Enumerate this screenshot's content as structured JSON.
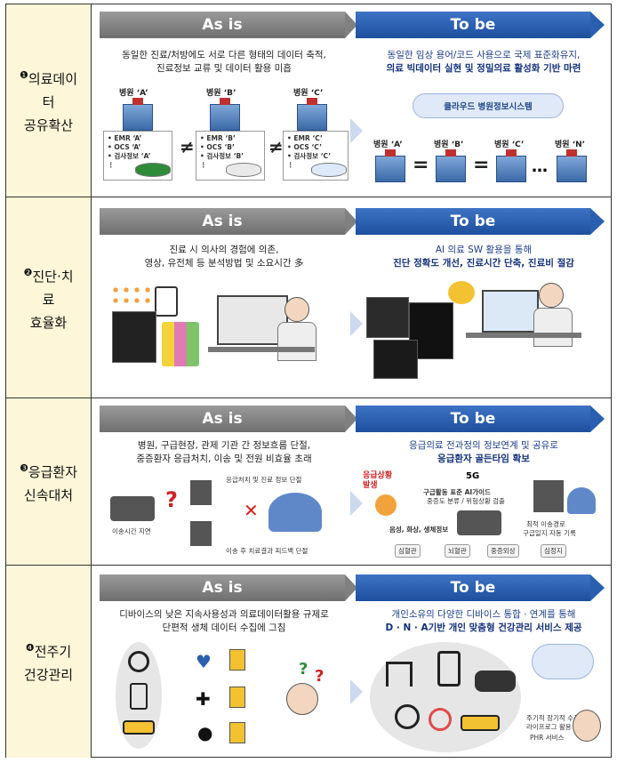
{
  "rows": [
    {
      "id": "data-sharing",
      "label_num": "❶",
      "label_lines": [
        "의료데이",
        "터",
        "공유확산"
      ],
      "asis": "As is",
      "tobe": "To be",
      "asis_text": [
        "동일한 진료/처방에도 서로 다른 형태의 데이터 축적,",
        "진료정보 교류 및 데이터 활용 미흡"
      ],
      "tobe_text": [
        "동일한 임상 용어/코드 사용으로 국제 표준화유지,",
        "의료 빅데이터 실현 및 정밀의료 활성화 기반 마련"
      ],
      "hospitals_asis": [
        {
          "name": "병원 ‘A’",
          "items": [
            "• EMR ‘A’",
            "• OCS ‘A’",
            "• 검사정보 ‘A’",
            "⋮"
          ]
        },
        {
          "name": "병원 ‘B’",
          "items": [
            "• EMR ‘B’",
            "• OCS ‘B’",
            "• 검사정보 ‘B’",
            "⋮"
          ]
        },
        {
          "name": "병원 ‘C’",
          "items": [
            "• EMR ‘C’",
            "• OCS ‘C’",
            "• 검사정보 ‘C’",
            "⋮"
          ]
        }
      ],
      "not_equal": "≠",
      "cloud": "클라우드 병원정보시스템",
      "hospitals_tobe": [
        "병원 ‘A’",
        "병원 ‘B’",
        "병원 ‘C’",
        "병원 ‘N’"
      ],
      "equal": "=",
      "ellipsis": "…"
    },
    {
      "id": "diagnosis",
      "label_num": "❷",
      "label_lines": [
        "진단·치",
        "료",
        "효율화"
      ],
      "asis": "As is",
      "tobe": "To be",
      "asis_text": [
        "진료 시 의사의 경험에 의존,",
        "영상, 유전체 등 분석방법 및 소요시간 多"
      ],
      "tobe_text": [
        "AI 의료 SW 활용을 통해",
        "진단 정확도 개선, 진료시간 단축, 진료비 절감"
      ]
    },
    {
      "id": "emergency",
      "label_num": "❸",
      "label_lines": [
        "응급환자",
        "신속대처"
      ],
      "asis": "As is",
      "tobe": "To be",
      "asis_text": [
        "병원, 구급현장, 관제 기관 간 정보흐름 단절,",
        "중증환자 응급처치, 이송 및 전원 비효율 초래"
      ],
      "tobe_text": [
        "응급의료 전과정의 정보연계 및 공유로",
        "응급환자 골든타임 확보"
      ],
      "asis_notes": [
        "응급처치 및 진료 정보 단절",
        "이송시간 지연",
        "이송 후 치료결과 피드백 단절"
      ],
      "tobe_notes": [
        "응급상황 발생",
        "5G",
        "구급활동 표준 AI가이드",
        "중증도 분류 / 위험상황 검출",
        "음성, 화상, 생체정보",
        "최적 이송경로",
        "구급일지 자동 기록"
      ],
      "tobe_tags": [
        "심혈관",
        "뇌혈관",
        "중증외상",
        "심정지"
      ]
    },
    {
      "id": "lifecycle",
      "label_num": "❹",
      "label_lines": [
        "전주기",
        "건강관리"
      ],
      "asis": "As is",
      "tobe": "To be",
      "asis_text": [
        "디바이스의 낮은 지속사용성과 의료데이터활용 규제로",
        "단편적 생체 데이터 수집에 그침"
      ],
      "tobe_text": [
        "개인소유의 다양한 디바이스 통합 · 연계를 통해",
        "D · N · A기반 개인 맞춤형 건강관리 서비스 제공"
      ],
      "tobe_notes": [
        "주기적 장기적 수집한",
        "라이프로그 활용",
        "PHR 서비스"
      ]
    }
  ]
}
